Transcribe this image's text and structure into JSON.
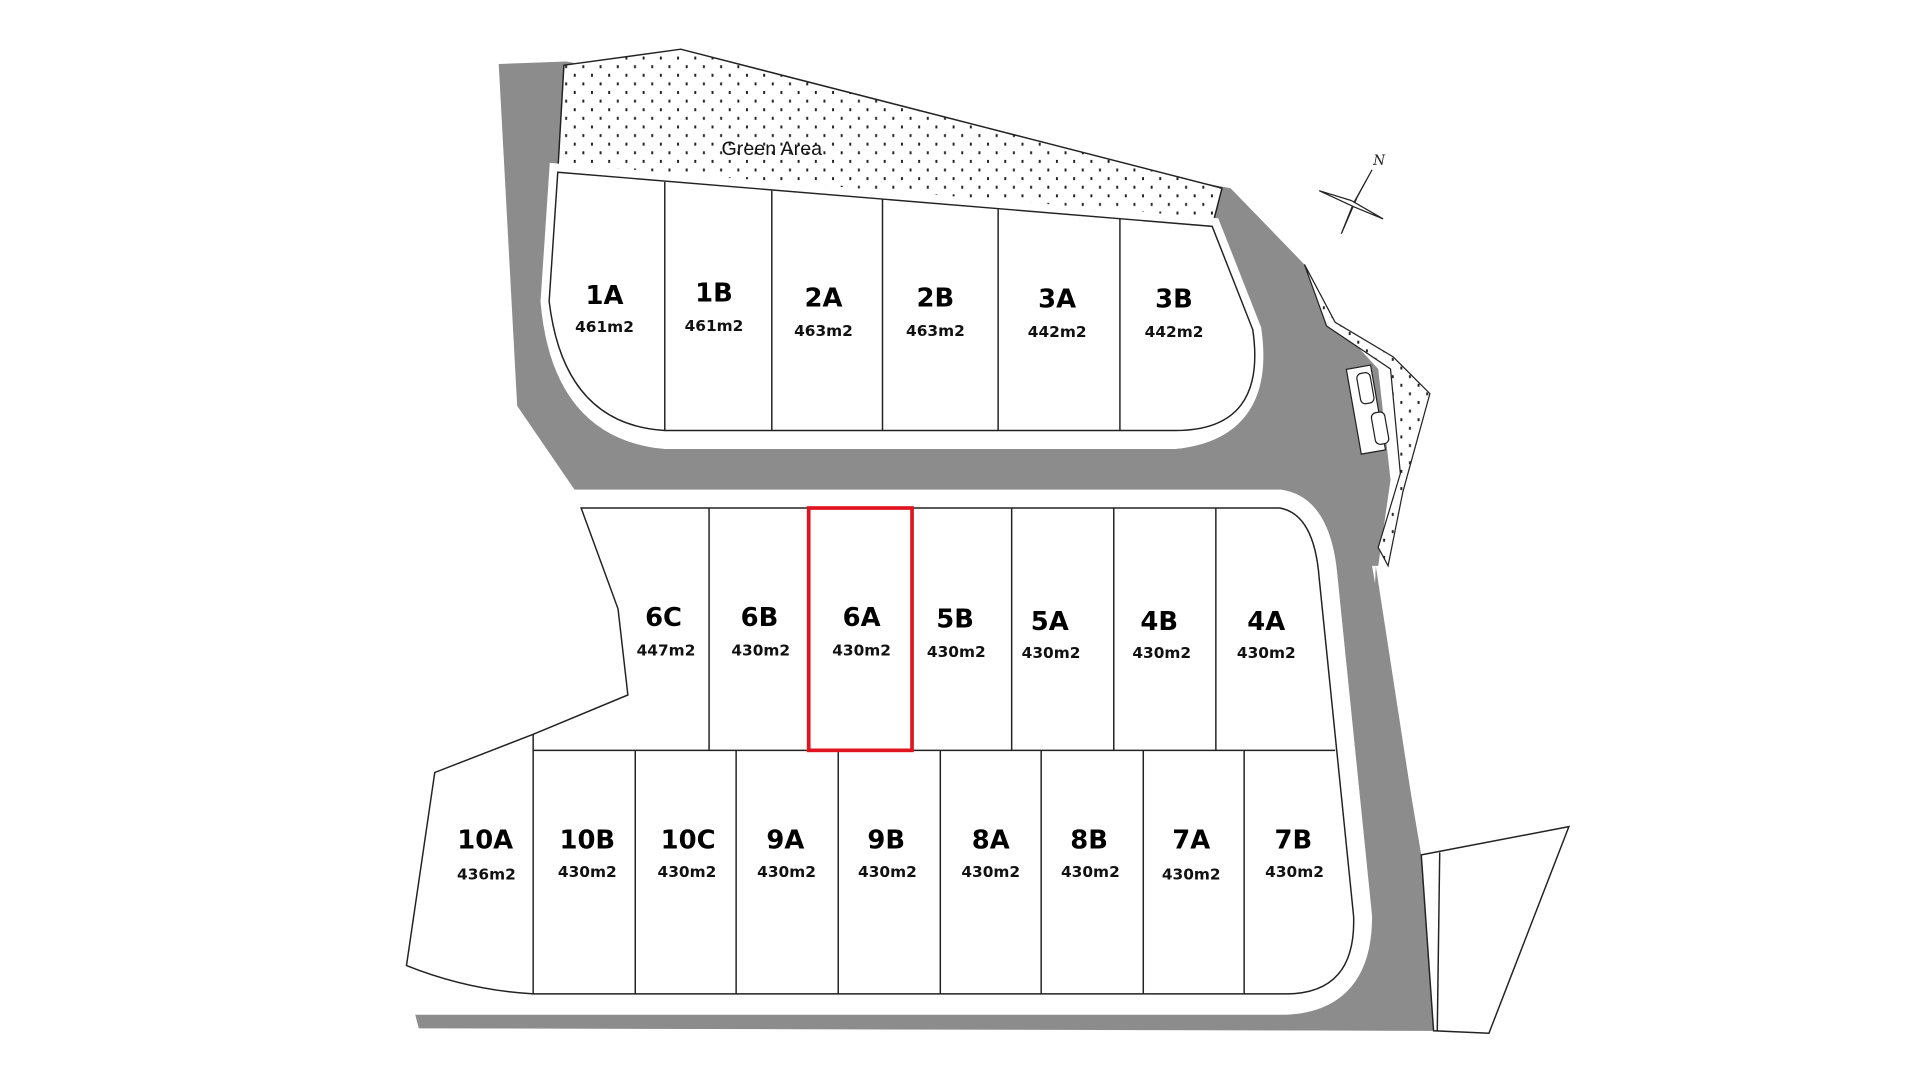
{
  "plan": {
    "green_area_label": "Green Area",
    "compass_label": "N",
    "highlighted_lot": "6A",
    "colors": {
      "road": "#8c8c8c",
      "highlight": "#e0141e",
      "lot": "#ffffff",
      "line": "#222222"
    }
  },
  "lots": [
    {
      "label": "1A",
      "area": "461m2"
    },
    {
      "label": "1B",
      "area": "461m2"
    },
    {
      "label": "2A",
      "area": "463m2"
    },
    {
      "label": "2B",
      "area": "463m2"
    },
    {
      "label": "3A",
      "area": "442m2"
    },
    {
      "label": "3B",
      "area": "442m2"
    },
    {
      "label": "6C",
      "area": "447m2"
    },
    {
      "label": "6B",
      "area": "430m2"
    },
    {
      "label": "6A",
      "area": "430m2"
    },
    {
      "label": "5B",
      "area": "430m2"
    },
    {
      "label": "5A",
      "area": "430m2"
    },
    {
      "label": "4B",
      "area": "430m2"
    },
    {
      "label": "4A",
      "area": "430m2"
    },
    {
      "label": "10A",
      "area": "436m2"
    },
    {
      "label": "10B",
      "area": "430m2"
    },
    {
      "label": "10C",
      "area": "430m2"
    },
    {
      "label": "9A",
      "area": "430m2"
    },
    {
      "label": "9B",
      "area": "430m2"
    },
    {
      "label": "8A",
      "area": "430m2"
    },
    {
      "label": "8B",
      "area": "430m2"
    },
    {
      "label": "7A",
      "area": "430m2"
    },
    {
      "label": "7B",
      "area": "430m2"
    }
  ]
}
